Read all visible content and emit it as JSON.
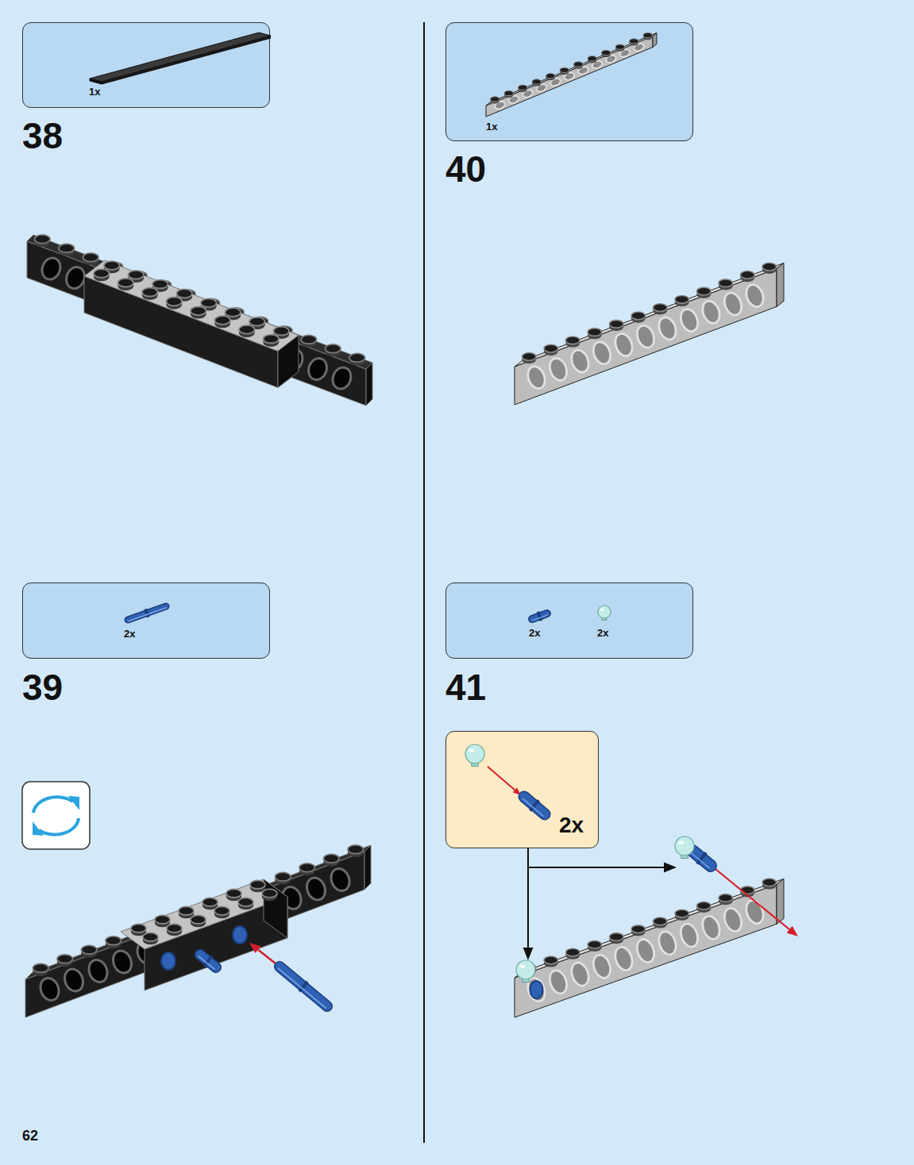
{
  "diagram": {
    "nodes": [
      {
        "text": [
          "1x"
        ]
      },
      {
        "text": [
          "2x"
        ]
      },
      {
        "text": [
          "1x"
        ]
      },
      {
        "text": [
          "2x",
          "2x"
        ]
      },
      {
        "text": [
          "2x"
        ]
      }
    ],
    "labels": [
      "38",
      "39",
      "40",
      "41",
      "62"
    ]
  }
}
